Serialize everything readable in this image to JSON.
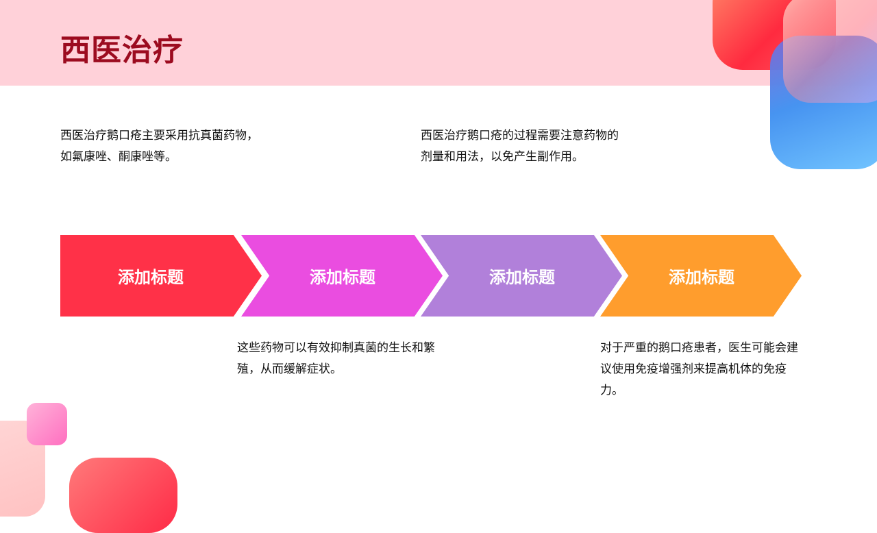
{
  "title": "西医治疗",
  "descriptions": [
    "西医治疗鹅口疮主要采用抗真菌药物，如氟康唑、酮康唑等。",
    "西医治疗鹅口疮的过程需要注意药物的剂量和用法，以免产生副作用。",
    "这些药物可以有效抑制真菌的生长和繁殖，从而缓解症状。",
    "对于严重的鹅口疮患者，医生可能会建议使用免疫增强剂来提高机体的免疫力。"
  ],
  "steps": [
    {
      "label": "添加标题",
      "color": "#ff3148"
    },
    {
      "label": "添加标题",
      "color": "#ea4de0"
    },
    {
      "label": "添加标题",
      "color": "#b180da"
    },
    {
      "label": "添加标题",
      "color": "#ff9d2d"
    }
  ]
}
